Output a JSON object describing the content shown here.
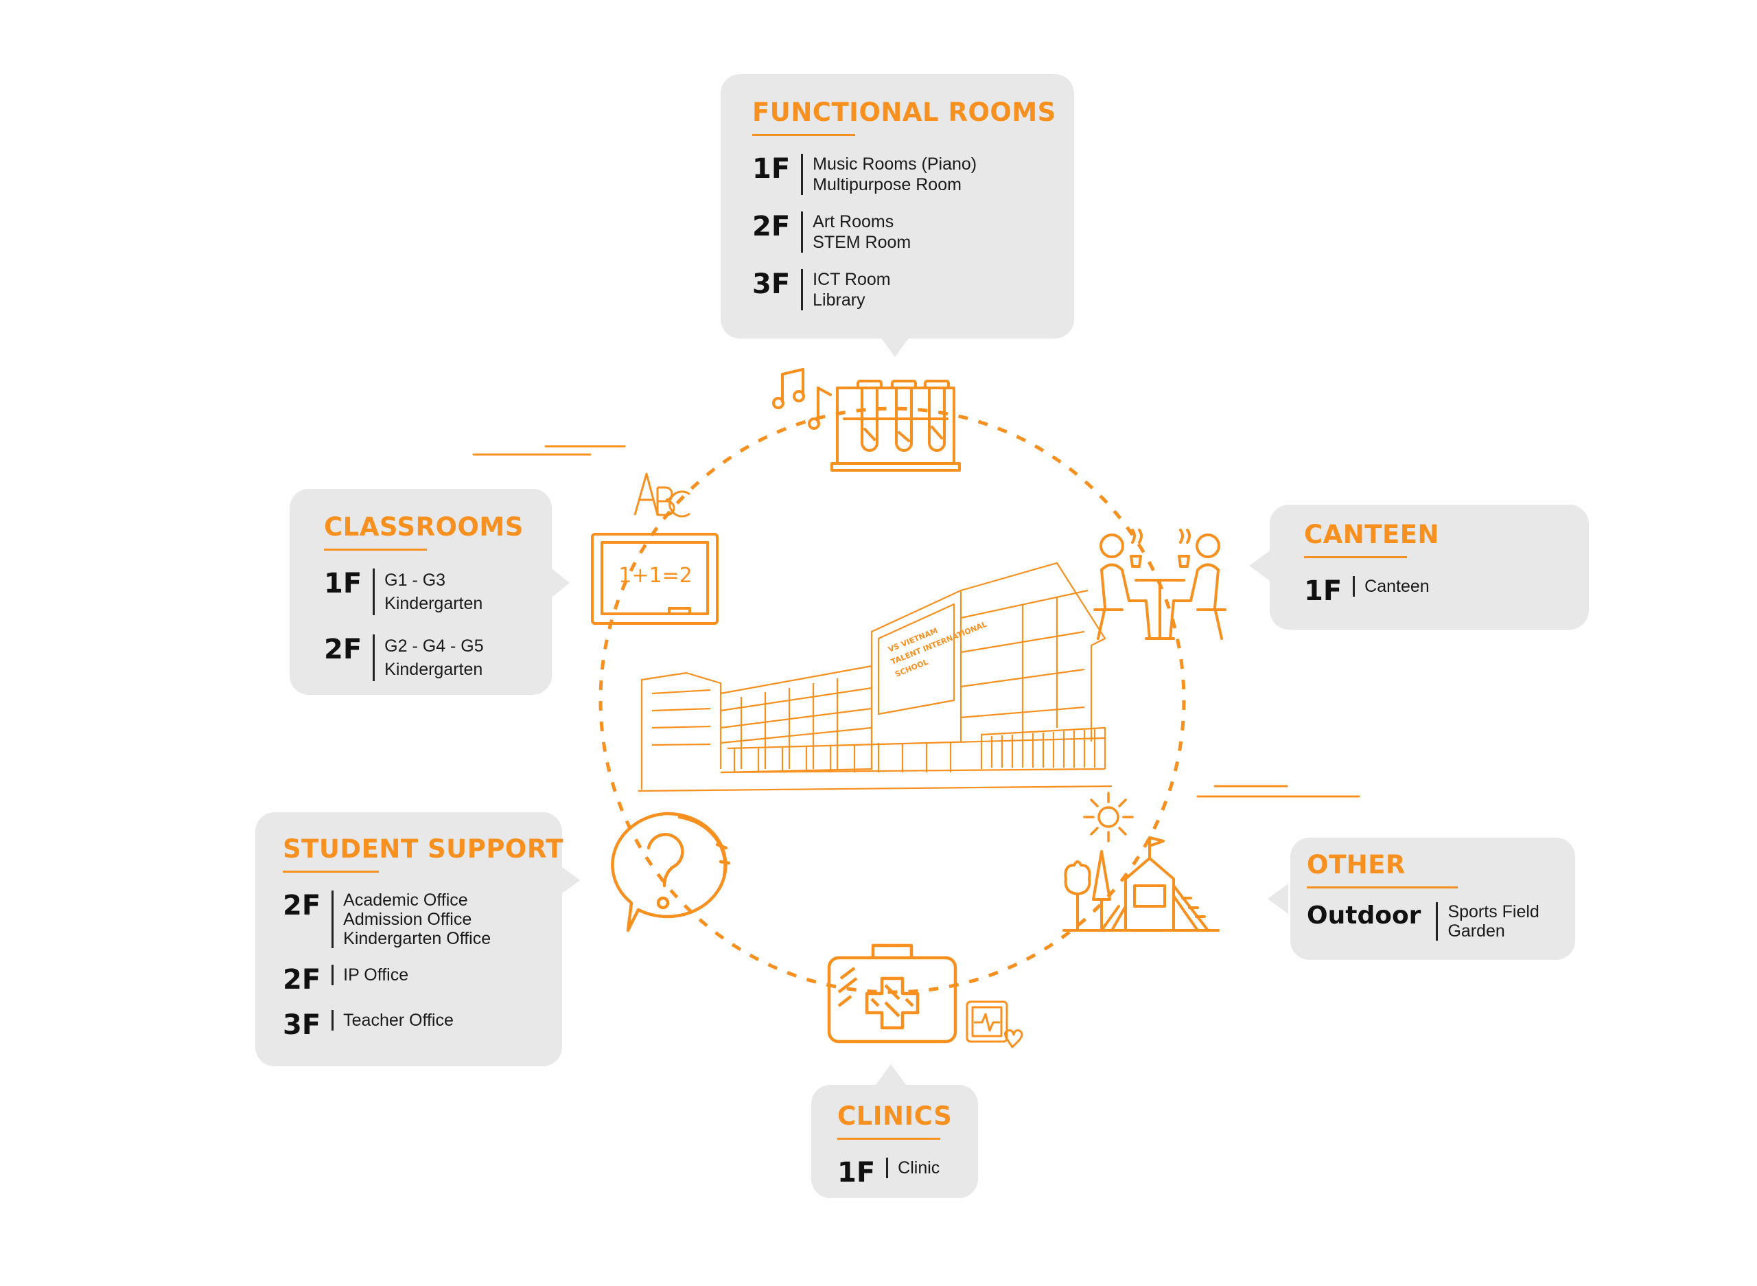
{
  "colors": {
    "accent": "#f7901e",
    "card_bg": "#e8e8e8",
    "text": "#1a1a1a"
  },
  "building_sign": [
    "VS VIETNAM",
    "TALENT INTERNATIONAL",
    "SCHOOL"
  ],
  "icons": {
    "functional": "music-notes-and-test-tubes-icon",
    "classrooms": "chalkboard-icon",
    "canteen": "people-eating-icon",
    "support": "question-bubble-icon",
    "clinics": "first-aid-kit-icon",
    "other": "playground-icon",
    "abc": "abc-letters-icon",
    "sun": "sun-icon",
    "monitor": "heart-monitor-icon",
    "center": "school-building-icon"
  },
  "chalkboard_text": "1+1=2",
  "functional_rooms": {
    "title": "FUNCTIONAL ROOMS",
    "floors": [
      {
        "floor": "1F",
        "rooms": [
          "Music Rooms (Piano)",
          "Multipurpose Room"
        ]
      },
      {
        "floor": "2F",
        "rooms": [
          "Art Rooms",
          "STEM Room"
        ]
      },
      {
        "floor": "3F",
        "rooms": [
          "ICT Room",
          "Library"
        ]
      }
    ]
  },
  "classrooms": {
    "title": "CLASSROOMS",
    "floors": [
      {
        "floor": "1F",
        "rooms": [
          "G1 - G3",
          "Kindergarten"
        ]
      },
      {
        "floor": "2F",
        "rooms": [
          "G2 - G4 - G5",
          "Kindergarten"
        ]
      }
    ]
  },
  "canteen": {
    "title": "CANTEEN",
    "floors": [
      {
        "floor": "1F",
        "rooms": [
          "Canteen"
        ]
      }
    ]
  },
  "student_support": {
    "title": "STUDENT SUPPORT",
    "floors": [
      {
        "floor": "2F",
        "rooms": [
          "Academic Office",
          "Admission Office",
          "Kindergarten Office"
        ]
      },
      {
        "floor": "2F",
        "rooms": [
          "IP Office"
        ]
      },
      {
        "floor": "3F",
        "rooms": [
          "Teacher Office"
        ]
      }
    ]
  },
  "clinics": {
    "title": "CLINICS",
    "floors": [
      {
        "floor": "1F",
        "rooms": [
          "Clinic"
        ]
      }
    ]
  },
  "other": {
    "title": "OTHER",
    "floors": [
      {
        "floor": "Outdoor",
        "rooms": [
          "Sports Field",
          "Garden"
        ]
      }
    ]
  }
}
